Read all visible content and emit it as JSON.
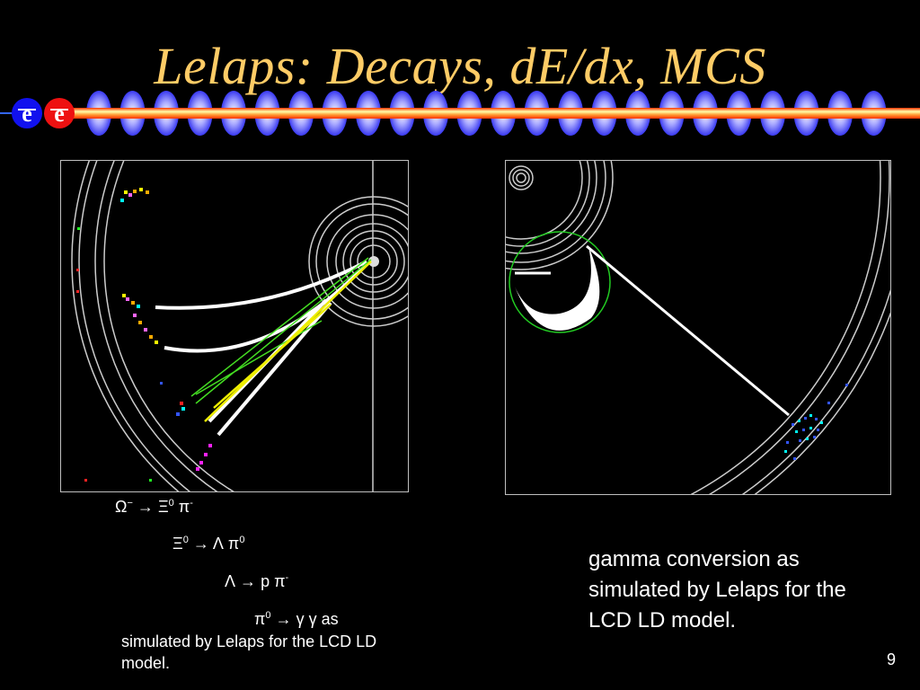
{
  "slide": {
    "title": "Lelaps: Decays, dE/dx, MCS",
    "page_number": "9",
    "colors": {
      "title": "#ffcc66",
      "background": "#000000",
      "text": "#ffffff",
      "bead_blue": "#3333ff",
      "bar_orange": "#ff6600"
    },
    "logo": {
      "icon": "e-e-plus-logo",
      "letters": [
        "e",
        "e"
      ]
    }
  },
  "left_figure": {
    "name": "omega-decay-event-display"
  },
  "right_figure": {
    "name": "gamma-conversion-event-display"
  },
  "decay_chain": [
    {
      "lhs": "Ω",
      "lhs_sup": "−",
      "arrow": "→",
      "rhs1": "Ξ",
      "rhs1_sup": "0",
      "rhs2": "π",
      "rhs2_sup": "-"
    },
    {
      "lhs": "Ξ",
      "lhs_sup": "0",
      "arrow": "→",
      "rhs1": "Λ",
      "rhs1_sup": "",
      "rhs2": "π",
      "rhs2_sup": "0"
    },
    {
      "lhs": "Λ",
      "lhs_sup": "",
      "arrow": "→",
      "rhs1": "p",
      "rhs1_sup": "",
      "rhs2": "π",
      "rhs2_sup": "-"
    },
    {
      "lhs": "π",
      "lhs_sup": "0",
      "arrow": "→",
      "rhs1": "γ",
      "rhs1_sup": "",
      "rhs2": "γ as",
      "rhs2_sup": ""
    }
  ],
  "captions": {
    "left": "simulated by Lelaps for the LCD LD model.",
    "right": "gamma conversion as simulated by Lelaps for the LCD LD model."
  }
}
